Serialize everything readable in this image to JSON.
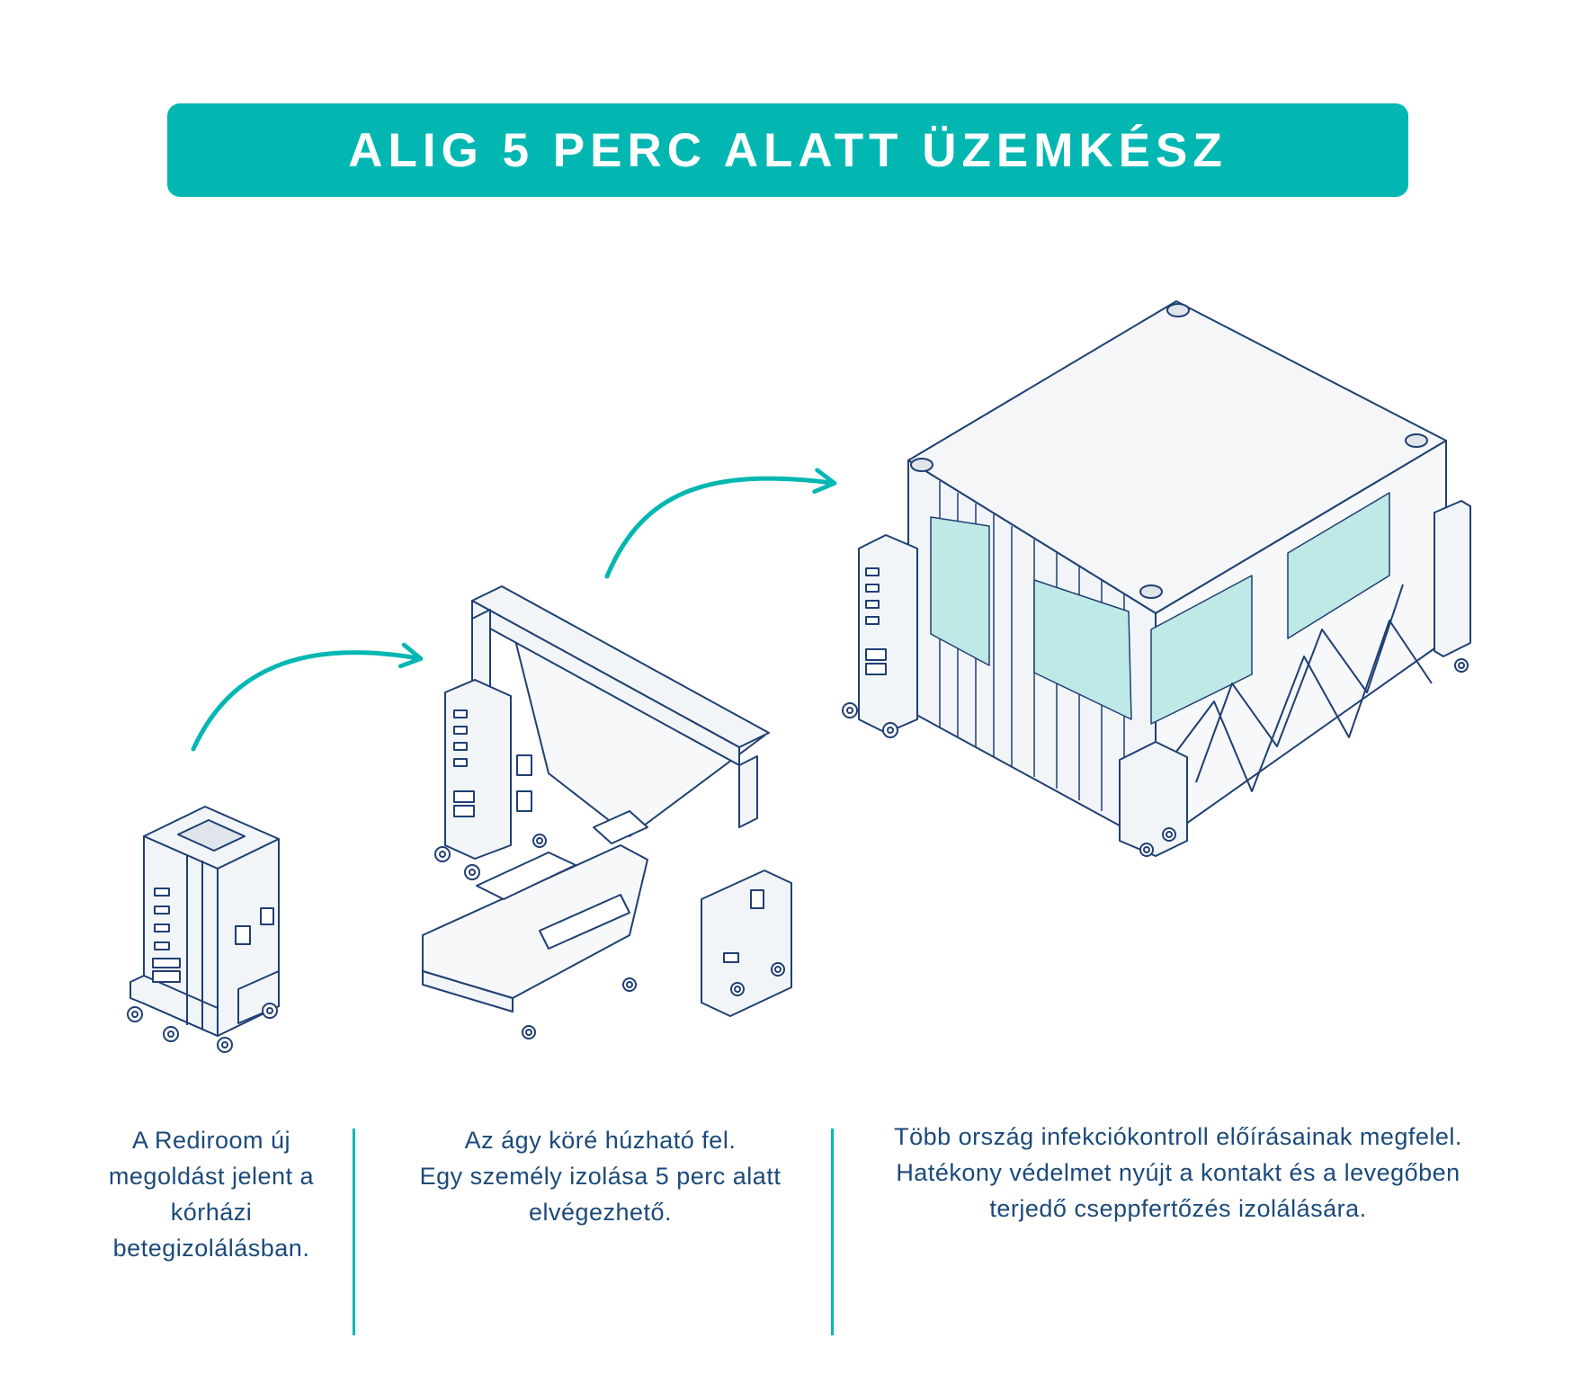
{
  "header": {
    "title": "ALIG 5 PERC ALATT ÜZEMKÉSZ"
  },
  "colors": {
    "accent": "#02b7b2",
    "text": "#1b4a7a",
    "line": "#1f3f73",
    "glass": "#bfe9e6"
  },
  "illustrations": [
    {
      "name": "cart-folded-illustration"
    },
    {
      "name": "frame-unfolding-with-bed-illustration"
    },
    {
      "name": "isolation-room-deployed-illustration"
    }
  ],
  "captions": [
    {
      "lines": [
        "A Rediroom új",
        "megoldást jelent  a",
        "kórházi",
        "betegizolálásban."
      ]
    },
    {
      "lines": [
        "Az ágy köré húzható fel.",
        "Egy személy izolása 5 perc alatt",
        "elvégezhető."
      ]
    },
    {
      "lines": [
        "Több ország infekciókontroll előírásainak megfelel.",
        "Hatékony védelmet nyújt a kontakt és a levegőben",
        "terjedő cseppfertőzés izolálására."
      ]
    }
  ]
}
